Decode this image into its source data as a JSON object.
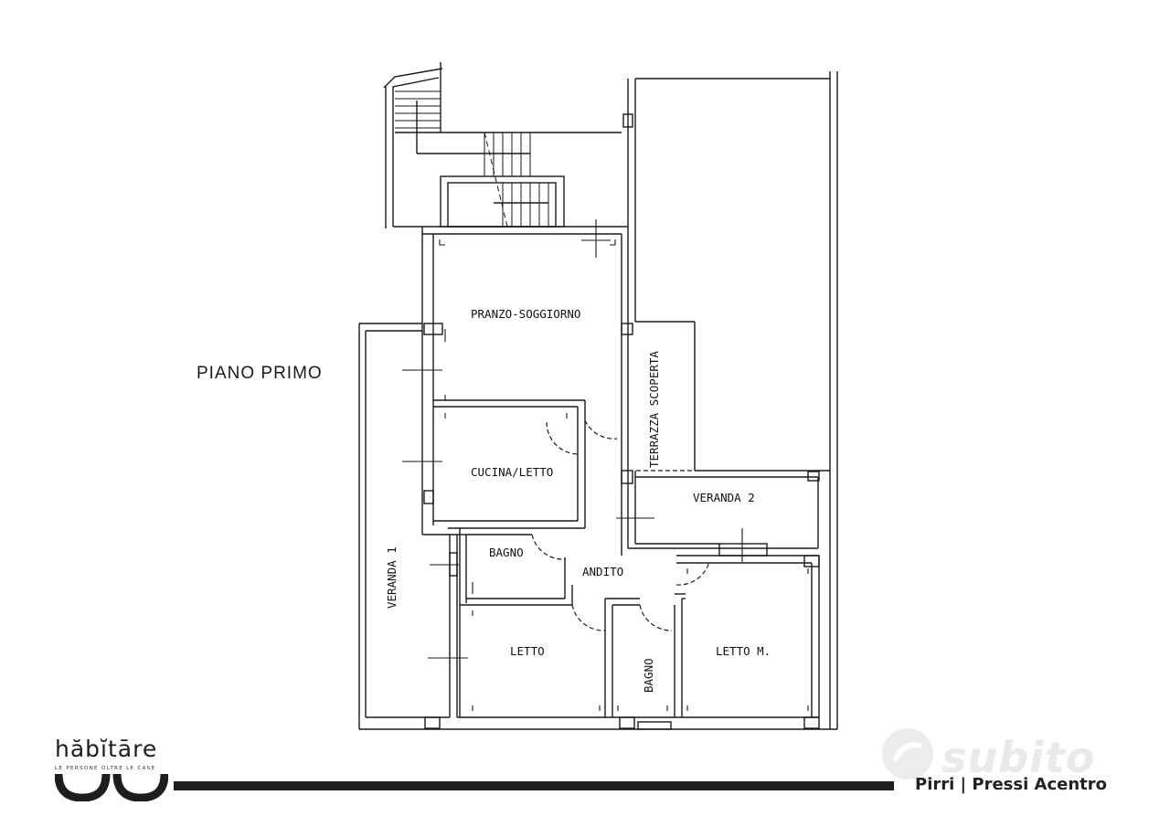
{
  "floor_label": "PIANO PRIMO",
  "rooms": {
    "pranzo": "PRANZO-SOGGIORNO",
    "cucina": "CUCINA/LETTO",
    "bagno1": "BAGNO",
    "andito": "ANDITO",
    "letto": "LETTO",
    "bagno2": "BAGNO",
    "letto_m": "LETTO M.",
    "veranda1": "VERANDA 1",
    "veranda2": "VERANDA 2",
    "terrazza": "TERRAZZA SCOPERTA"
  },
  "brand": {
    "name": "hăbĭtāre",
    "tagline": "LE PERSONE OLTRE LE CASE"
  },
  "caption": "Pirri | Pressi Acentro",
  "watermark": "subito",
  "colors": {
    "ink": "#1a1a1a",
    "watermark": "#e9e9e9"
  }
}
